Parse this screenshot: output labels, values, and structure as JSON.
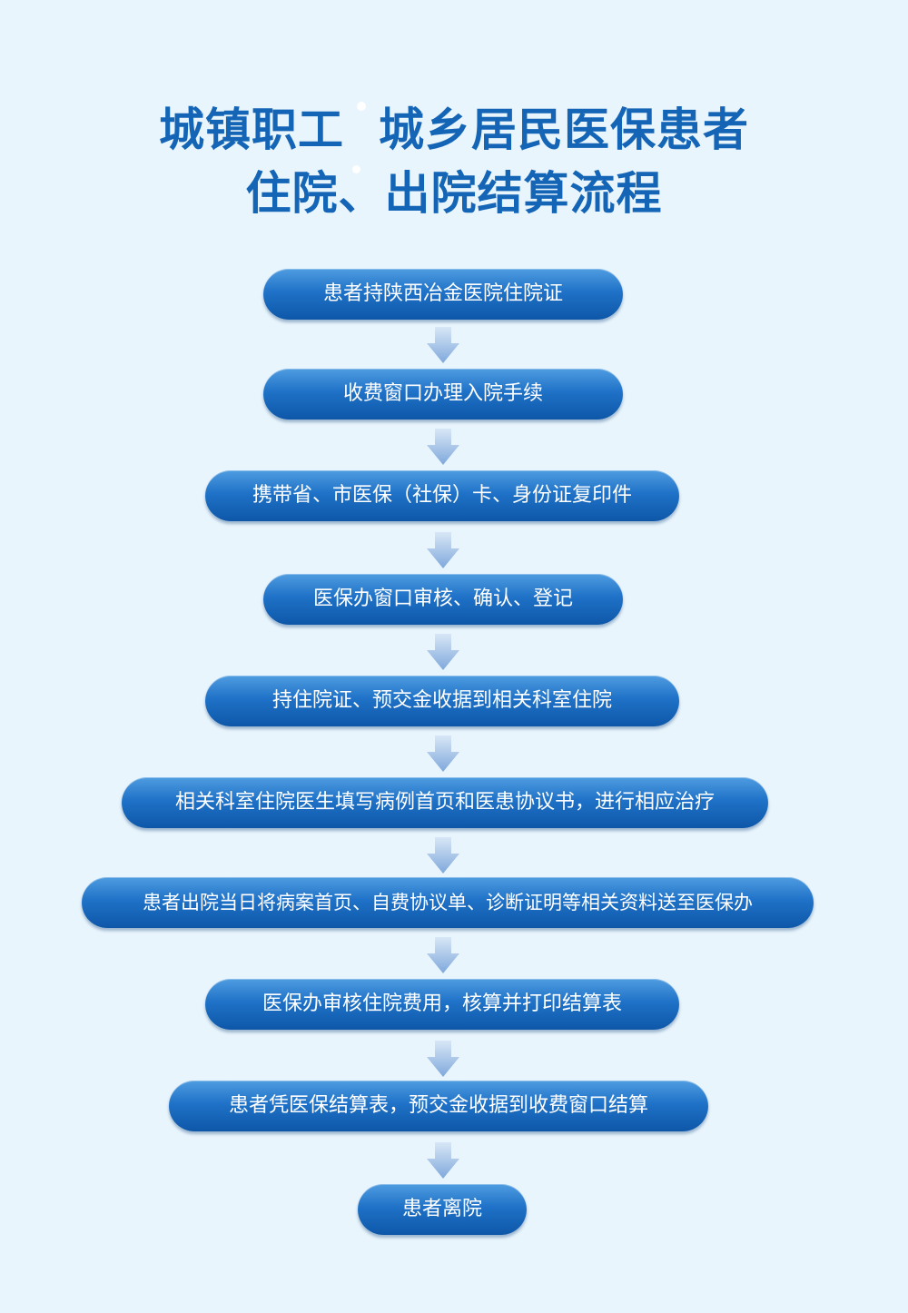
{
  "title": {
    "line1_left": "城镇职工",
    "line1_right": "城乡居民医保患者",
    "line2": "住院、出院结算流程"
  },
  "steps": [
    "患者持陕西冶金医院住院证",
    "收费窗口办理入院手续",
    "携带省、市医保（社保）卡、身份证复印件",
    "医保办窗口审核、确认、登记",
    "持住院证、预交金收据到相关科室住院",
    "相关科室住院医生填写病例首页和医患协议书，进行相应治疗",
    "患者出院当日将病案首页、自费协议单、诊断证明等相关资料送至医保办",
    "医保办审核住院费用，核算并打印结算表",
    "患者凭医保结算表，预交金收据到收费窗口结算",
    "患者离院"
  ],
  "colors": {
    "background": "#e9f5fc",
    "title": "#1565b7",
    "step_top": "#4f9ce0",
    "step_bottom": "#0e57a8",
    "arrow": "#9fc0e6"
  },
  "icons": {
    "connector": "down-arrow-icon"
  }
}
